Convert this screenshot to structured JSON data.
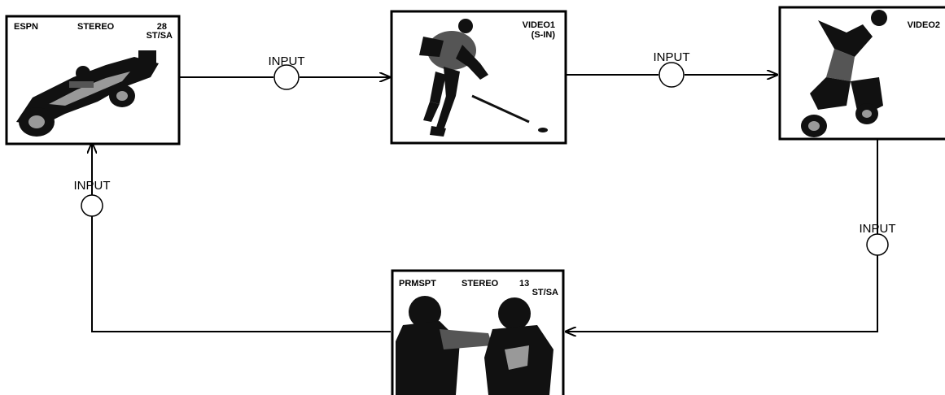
{
  "screens": {
    "espn": {
      "channel": "ESPN",
      "audio": "STEREO",
      "number": "28",
      "mode": "ST/SA",
      "art": "race-car-icon"
    },
    "video1": {
      "line1": "VIDEO1",
      "line2": "(S-IN)",
      "art": "hockey-player-icon"
    },
    "video2": {
      "line1": "VIDEO2",
      "art": "motorcycle-rider-icon"
    },
    "prmspt": {
      "channel": "PRMSPT",
      "audio": "STEREO",
      "number": "13",
      "mode": "ST/SA",
      "art": "football-players-icon"
    }
  },
  "inputs": {
    "top_left": {
      "label": "INPUT"
    },
    "top_right": {
      "label": "INPUT"
    },
    "right": {
      "label": "INPUT"
    },
    "left": {
      "label": "INPUT"
    }
  }
}
